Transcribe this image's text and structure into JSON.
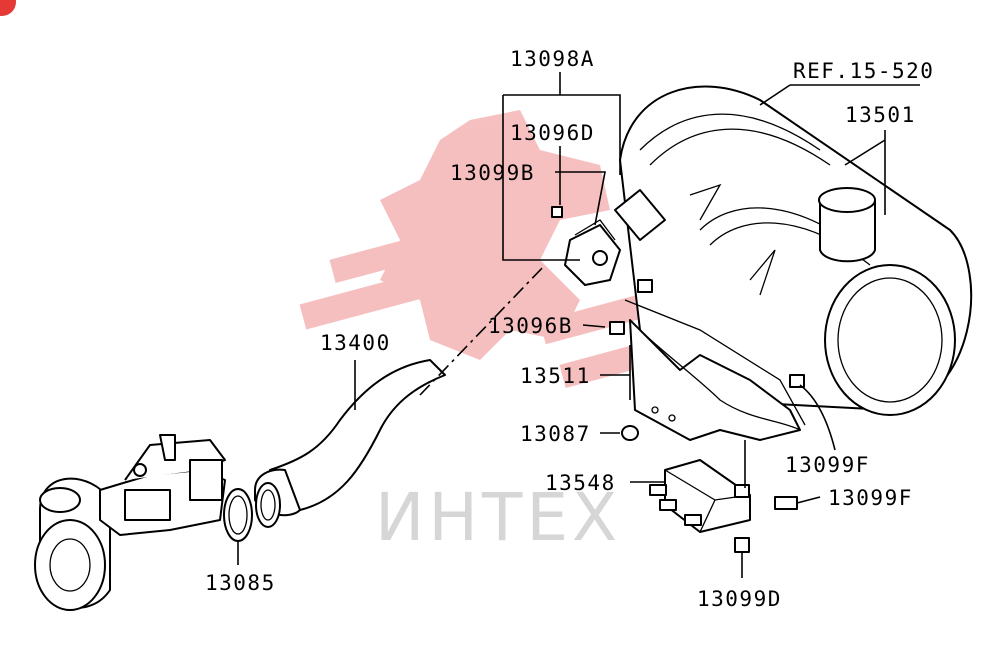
{
  "diagram": {
    "watermark_text": "ИНТЕХ",
    "reference_label": "REF.15-520",
    "part_labels": {
      "p13098A": "13098A",
      "p13096D": "13096D",
      "p13099B": "13099B",
      "p13501": "13501",
      "p13400": "13400",
      "p13096B": "13096B",
      "p13511": "13511",
      "p13087": "13087",
      "p13099F_a": "13099F",
      "p13548": "13548",
      "p13099F_b": "13099F",
      "p13085": "13085",
      "p13099D": "13099D"
    },
    "colors": {
      "watermark_logo": "#f5b5b5",
      "watermark_text": "#d6d6d6",
      "line": "#000000",
      "badge": "#e53935"
    }
  }
}
